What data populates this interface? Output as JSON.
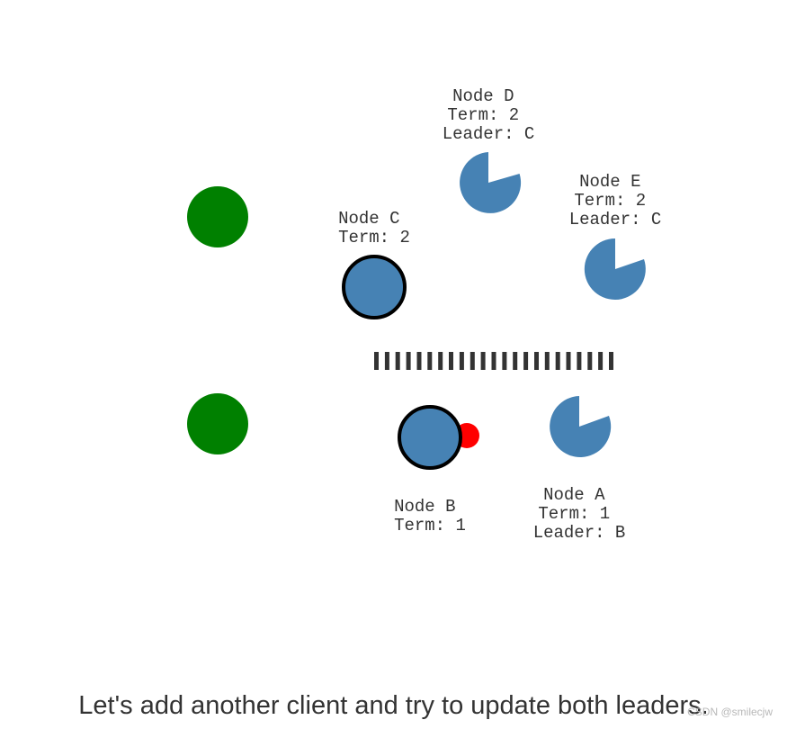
{
  "colors": {
    "node": "#4682B4",
    "client": "#008000",
    "request": "#ff0000",
    "partition": "#333333",
    "leader_border": "#000000",
    "label_text": "#333333"
  },
  "clients": [
    {
      "id": "client-top"
    },
    {
      "id": "client-bottom"
    }
  ],
  "nodes": {
    "d": {
      "lines": [
        "Node D",
        "Term: 2",
        "Leader: C"
      ]
    },
    "e": {
      "lines": [
        "Node E",
        "Term: 2",
        "Leader: C"
      ]
    },
    "c": {
      "lines": [
        "Node C",
        "Term: 2"
      ],
      "is_leader": true
    },
    "b": {
      "lines": [
        "Node B",
        "Term: 1"
      ],
      "is_leader": true
    },
    "a": {
      "lines": [
        "Node A",
        "Term: 1",
        "Leader: B"
      ]
    }
  },
  "partition": {
    "dash_count": 23
  },
  "caption": "Let's add another client and try to update both leaders.",
  "watermark": "CSDN @smilecjw"
}
